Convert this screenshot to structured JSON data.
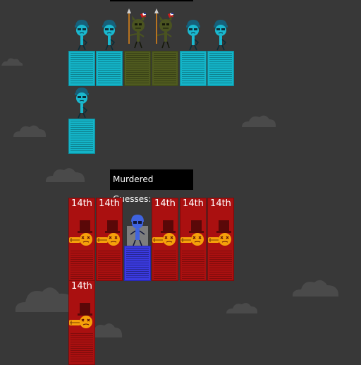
{
  "scene": {
    "murdered_banner_text": "Murdered Guesses:",
    "colors": {
      "background": "#383838",
      "living_card": "#14b4c8",
      "wolf_card": "#4f5a1f",
      "murdered_card": "#aa1010",
      "player_card": "#3a3ae0"
    }
  },
  "living": [
    {
      "role": "townsperson"
    },
    {
      "role": "townsperson"
    },
    {
      "role": "wolf"
    },
    {
      "role": "wolf"
    },
    {
      "role": "townsperson"
    },
    {
      "role": "townsperson"
    },
    {
      "role": "townsperson"
    }
  ],
  "murdered": [
    {
      "rank": "14th",
      "icon": "dead-hatted-figure-icon"
    },
    {
      "rank": "14th",
      "icon": "dead-hatted-figure-icon"
    },
    {
      "rank": "",
      "icon": "blue-figure-icon"
    },
    {
      "rank": "14th",
      "icon": "dead-hatted-figure-icon"
    },
    {
      "rank": "14th",
      "icon": "dead-hatted-figure-icon"
    },
    {
      "rank": "14th",
      "icon": "dead-hatted-figure-icon"
    },
    {
      "rank": "14th",
      "icon": "dead-hatted-figure-icon"
    }
  ]
}
